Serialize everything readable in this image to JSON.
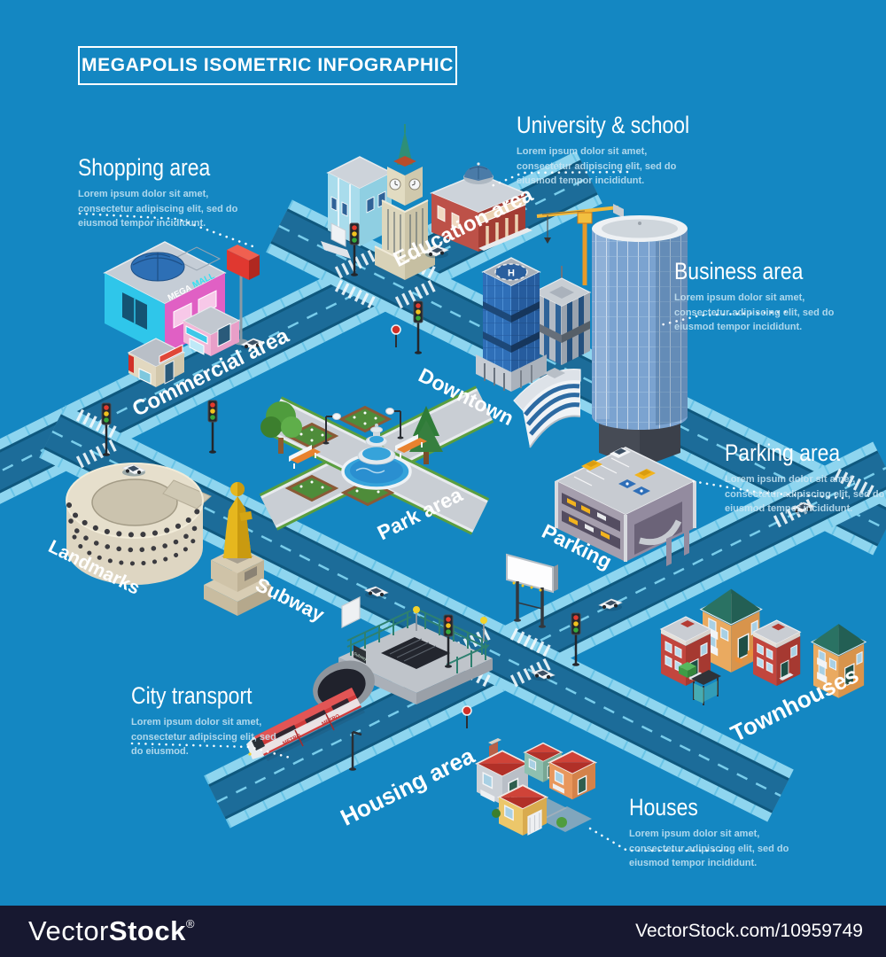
{
  "title": "MEGAPOLIS ISOMETRIC INFOGRAPHIC",
  "colors": {
    "background": "#1487c2",
    "road": "#1c6c99",
    "sidewalk": "#8ed5ef",
    "watermark_bar": "#171830",
    "text": "#ffffff"
  },
  "callouts": {
    "shopping": {
      "heading": "Shopping area",
      "body": "Lorem ipsum dolor sit amet, consectetur adipiscing elit, sed do eiusmod tempor incididunt."
    },
    "university": {
      "heading": "University & school",
      "body": "Lorem ipsum dolor sit amet, consectetur adipiscing elit, sed do eiusmod tempor incididunt."
    },
    "business": {
      "heading": "Business area",
      "body": "Lorem ipsum dolor sit amet, consectetur adipiscing elit, sed do eiusmod tempor incididunt."
    },
    "parking_area": {
      "heading": "Parking area",
      "body": "Lorem ipsum dolor sit amet, consectetur adipiscing elit, sed do eiusmod tempor incididunt."
    },
    "city_transport": {
      "heading": "City transport",
      "body": "Lorem ipsum dolor sit amet, consectetur adipiscing elit, sed do eiusmod."
    },
    "houses": {
      "heading": "Houses",
      "body": "Lorem ipsum dolor sit amet, consectetur adipiscing elit, sed do eiusmod tempor incididunt."
    }
  },
  "map_labels": {
    "education": "Education area",
    "commercial": "Commercial area",
    "downtown": "Downtown",
    "park": "Park area",
    "parking": "Parking",
    "landmarks": "Landmarks",
    "subway": "Subway",
    "townhouses": "Townhouses",
    "housing": "Housing area"
  },
  "scene_texts": {
    "mall_sign_mega": "MEGA",
    "mall_sign_mall": "MALL",
    "helipad": "H",
    "metro": "METRO",
    "subway_sign": "Subway"
  },
  "watermark": {
    "brand_light": "Vector",
    "brand_bold": "Stock",
    "registered": "®",
    "url": "VectorStock.com/10959749"
  }
}
